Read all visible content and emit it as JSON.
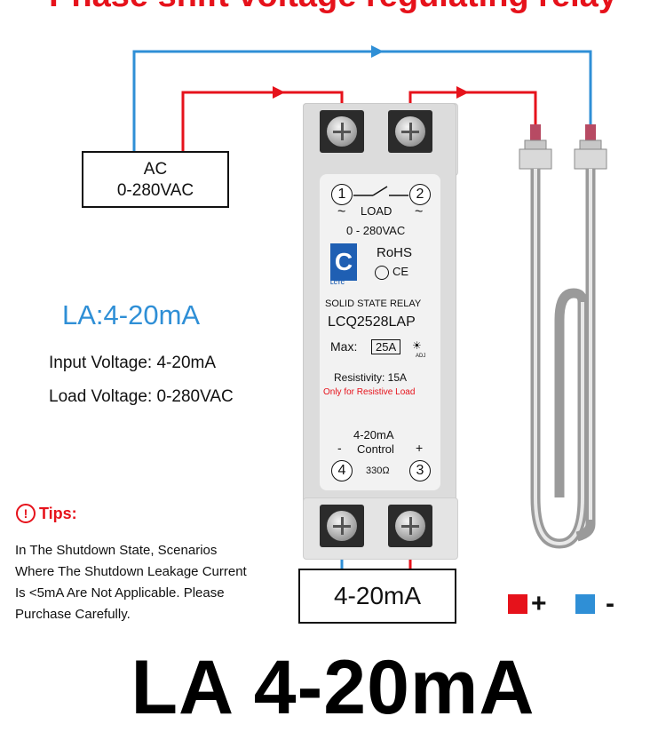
{
  "title": "Phase shift voltage regulating relay",
  "bottom_title": "LA 4-20mA",
  "source_box": {
    "line1": "AC",
    "line2": "0-280VAC"
  },
  "control_box": "4-20mA",
  "model": {
    "heading": "LA:4-20mA",
    "input_voltage": "Input Voltage: 4-20mA",
    "load_voltage": "Load Voltage: 0-280VAC"
  },
  "tips": {
    "title": "Tips:",
    "icon": "!",
    "lines": [
      "In The Shutdown State, Scenarios",
      "Where The Shutdown Leakage Current",
      "Is <5mA Are Not Applicable. Please",
      "Purchase Carefully."
    ]
  },
  "relay": {
    "terminal_1": "1",
    "terminal_2": "2",
    "terminal_3": "3",
    "terminal_4": "4",
    "tilde": "~",
    "load": "LOAD",
    "load_range": "0 - 280VAC",
    "logo": "C",
    "logo_text": "LCTC",
    "rohs": "RoHS",
    "certs": "CE",
    "type": "SOLID STATE RELAY",
    "model": "LCQ2528LAP",
    "max_label": "Max:",
    "max_value": "25A",
    "adj": "ADJ",
    "resistivity": "Resistivity: 15A",
    "resistive_note": "Only for Resistive Load",
    "control_range": "4-20mA",
    "control_label": "Control",
    "minus": "-",
    "plus": "+",
    "resistance": "330Ω"
  },
  "legend": {
    "plus": "+",
    "minus": "-",
    "plus_color": "#e6121b",
    "minus_color": "#2f8fd6"
  },
  "colors": {
    "red_wire": "#e6121b",
    "blue_wire": "#2f8fd6"
  }
}
